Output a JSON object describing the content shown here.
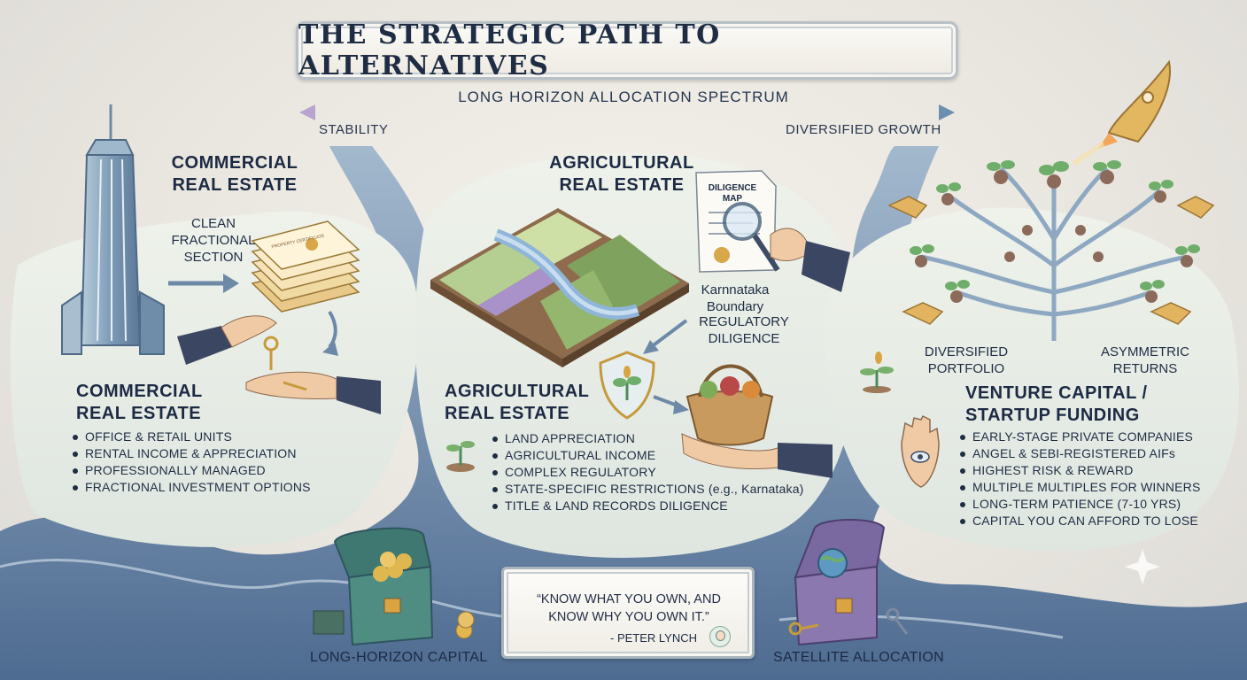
{
  "title": "THE STRATEGIC PATH TO ALTERNATIVES",
  "spectrum": {
    "label": "LONG HORIZON ALLOCATION SPECTRUM",
    "left_end": "STABILITY",
    "right_end": "DIVERSIFIED GROWTH"
  },
  "commercial": {
    "top_heading": "COMMERCIAL\nREAL ESTATE",
    "fractional_label": "CLEAN\nFRACTIONAL\nSECTION",
    "certificate_text": "PROPERTY CERTIFICATE",
    "heading": "COMMERCIAL\nREAL ESTATE",
    "bullets": [
      "OFFICE & RETAIL UNITS",
      "RENTAL INCOME & APPRECIATION",
      "PROFESSIONALLY MANAGED",
      "FRACTIONAL INVESTMENT OPTIONS"
    ]
  },
  "agricultural": {
    "top_heading": "AGRICULTURAL\nREAL ESTATE",
    "diligence_doc": "DILIGENCE\nMAP",
    "boundary_label": "Karnnataka\nBoundary",
    "regulatory_label": "REGULATORY\nDILIGENCE",
    "heading": "AGRICULTURAL\nREAL ESTATE",
    "bullets": [
      "LAND APPRECIATION",
      "AGRICULTURAL INCOME",
      "COMPLEX REGULATORY",
      "STATE-SPECIFIC RESTRICTIONS (e.g., Karnataka)",
      " TITLE & LAND RECORDS DILIGENCE"
    ]
  },
  "venture": {
    "portfolio_label": "DIVERSIFIED\nPORTFOLIO",
    "returns_label": "ASYMMETRIC\nRETURNS",
    "heading": "VENTURE CAPITAL /\nSTARTUP FUNDING",
    "bullets": [
      "EARLY-STAGE PRIVATE COMPANIES",
      "ANGEL & SEBI-REGISTERED AIFs",
      "HIGHEST RISK & REWARD",
      "MULTIPLE MULTIPLES FOR WINNERS",
      "LONG-TERM PATIENCE (7-10 YRS)",
      "CAPITAL YOU CAN AFFORD TO LOSE"
    ]
  },
  "quote": {
    "text": "“KNOW WHAT YOU OWN, AND KNOW WHY YOU OWN IT.”",
    "author": "- PETER LYNCH"
  },
  "bottom": {
    "left_label": "LONG-HORIZON CAPITAL",
    "right_label": "SATELLITE ALLOCATION"
  },
  "colors": {
    "river": "#6f8db0",
    "island": "#e6ece4",
    "navy_text": "#1d2a44",
    "gold": "#d9a441"
  }
}
